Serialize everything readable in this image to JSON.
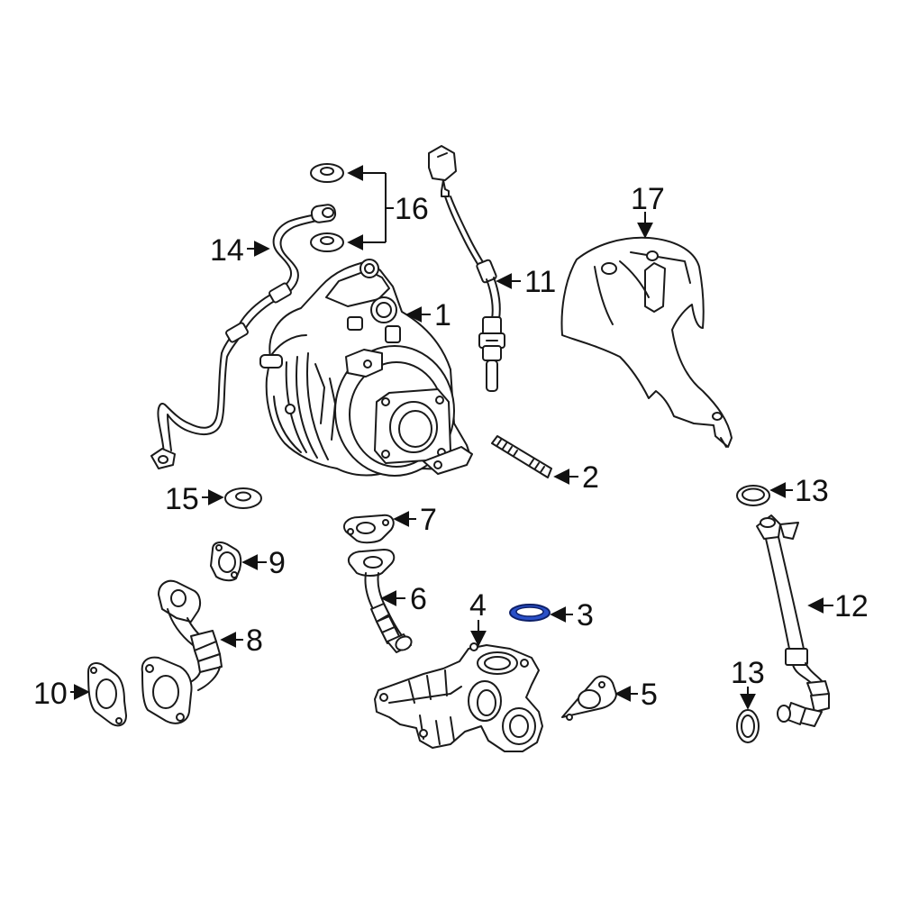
{
  "callouts": {
    "c1": "1",
    "c2": "2",
    "c3": "3",
    "c4": "4",
    "c5": "5",
    "c6": "6",
    "c7": "7",
    "c8": "8",
    "c9": "9",
    "c10": "10",
    "c11": "11",
    "c12": "12",
    "c13a": "13",
    "c13b": "13",
    "c14": "14",
    "c15": "15",
    "c16": "16",
    "c17": "17"
  },
  "colors": {
    "highlight_fill": "#2a50c8",
    "highlight_stroke": "#0d1f66",
    "line": "#1a1a1a"
  }
}
